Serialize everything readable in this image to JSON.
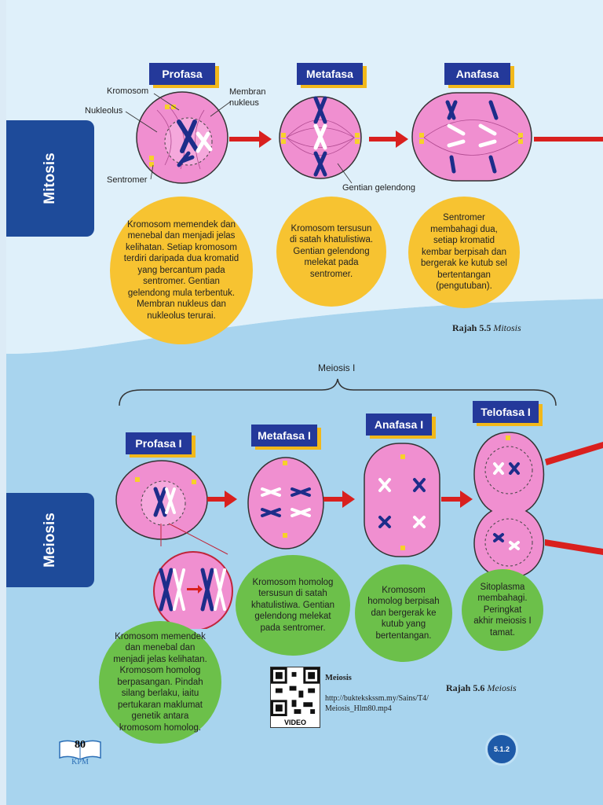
{
  "mitosis": {
    "tab": "Mitosis",
    "stages": [
      "Profasa",
      "Metafasa",
      "Anafasa"
    ],
    "labels": {
      "kromosom": "Kromosom",
      "membran": "Membran nukleus",
      "nukleolus": "Nukleolus",
      "sentromer": "Sentromer",
      "gentian": "Gentian gelendong"
    },
    "descriptions": [
      "Kromosom memendek dan menebal dan menjadi jelas kelihatan. Setiap kromosom terdiri daripada dua kromatid yang bercantum pada sentromer. Gentian gelendong mula terbentuk. Membran nukleus dan nukleolus terurai.",
      "Kromosom tersusun di satah khatulistiwa. Gentian gelendong melekat pada sentromer.",
      "Sentromer membahagi dua, setiap kromatid kembar berpisah dan bergerak ke kutub sel bertentangan (pengutuban)."
    ],
    "caption_num": "Rajah 5.5",
    "caption_title": "Mitosis"
  },
  "meiosis": {
    "tab": "Meiosis",
    "brace_label": "Meiosis I",
    "stages": [
      "Profasa I",
      "Metafasa I",
      "Anafasa I",
      "Telofasa I"
    ],
    "descriptions": [
      "Kromosom memendek dan menebal dan menjadi jelas kelihatan. Kromosom homolog berpasangan. Pindah silang berlaku, iaitu pertukaran maklumat genetik antara kromosom homolog.",
      "Kromosom homolog tersusun di satah khatulistiwa. Gentian gelendong melekat pada sentromer.",
      "Kromosom homolog berpisah dan bergerak ke kutub yang bertentangan.",
      "Sitoplasma membahagi. Peringkat akhir meiosis I tamat."
    ],
    "caption_num": "Rajah 5.6",
    "caption_title": "Meiosis"
  },
  "qr": {
    "title": "Meiosis",
    "url": "http://buktekskssm.my/Sains/T4/Meiosis_Hlm80.mp4",
    "video_label": "VIDEO"
  },
  "footer": {
    "page_number": "80",
    "publisher": "KPM",
    "badge": "5.1.2"
  },
  "colors": {
    "tab": "#1e4b9a",
    "label_bg": "#24399a",
    "label_shadow": "#f2b81a",
    "cell": "#f08fd0",
    "arrow": "#d9201e",
    "yellow_bubble": "#f7c331",
    "green_bubble": "#6cc04a"
  }
}
